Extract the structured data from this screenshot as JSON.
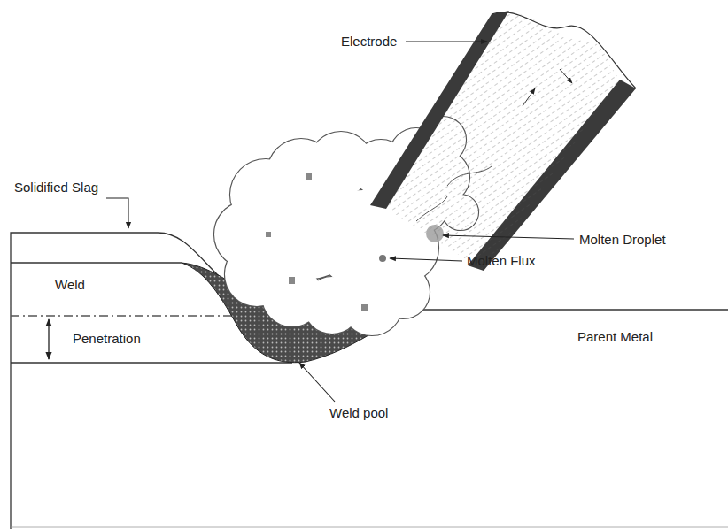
{
  "diagram": {
    "labels": [
      "Electrode",
      "Solidified Slag",
      "Weld",
      "Penetration",
      "Parent Metal",
      "Molten Droplet",
      "Molten Flux",
      "Weld pool"
    ]
  }
}
